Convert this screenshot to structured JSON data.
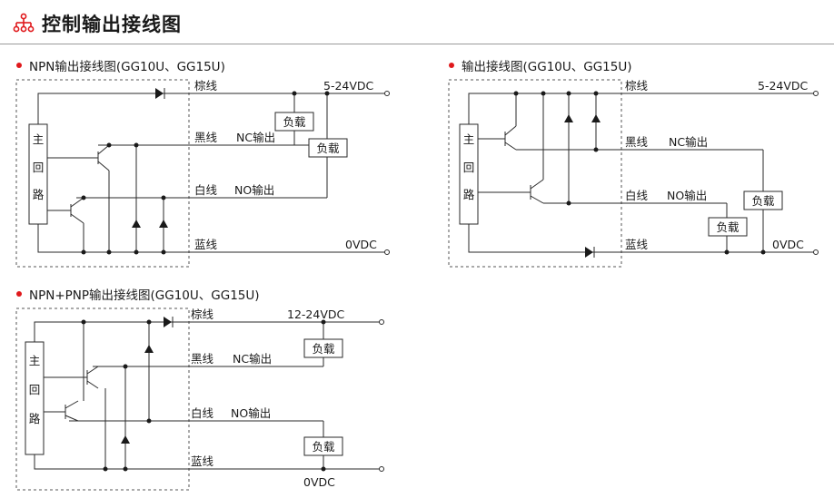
{
  "header": {
    "title": "控制输出接线图",
    "icon": "hierarchy-icon",
    "accent_color": "#e0191c"
  },
  "sections": [
    {
      "title": "NPN输出接线图(GG10U、GG15U)",
      "main_circuit": [
        "主",
        "回",
        "路"
      ],
      "wires": {
        "brown": "棕线",
        "black": "黑线",
        "black_out": "NC输出",
        "white": "白线",
        "white_out": "NO输出",
        "blue": "蓝线"
      },
      "supply": "5-24VDC",
      "ground": "0VDC",
      "load": "负载"
    },
    {
      "title": "输出接线图(GG10U、GG15U)",
      "main_circuit": [
        "主",
        "回",
        "路"
      ],
      "wires": {
        "brown": "棕线",
        "black": "黑线",
        "black_out": "NC输出",
        "white": "白线",
        "white_out": "NO输出",
        "blue": "蓝线"
      },
      "supply": "5-24VDC",
      "ground": "0VDC",
      "load": "负载"
    },
    {
      "title": "NPN+PNP输出接线图(GG10U、GG15U)",
      "main_circuit": [
        "主",
        "回",
        "路"
      ],
      "wires": {
        "brown": "棕线",
        "black": "黑线",
        "black_out": "NC输出",
        "white": "白线",
        "white_out": "NO输出",
        "blue": "蓝线"
      },
      "supply": "12-24VDC",
      "ground": "0VDC",
      "load": "负载"
    }
  ]
}
